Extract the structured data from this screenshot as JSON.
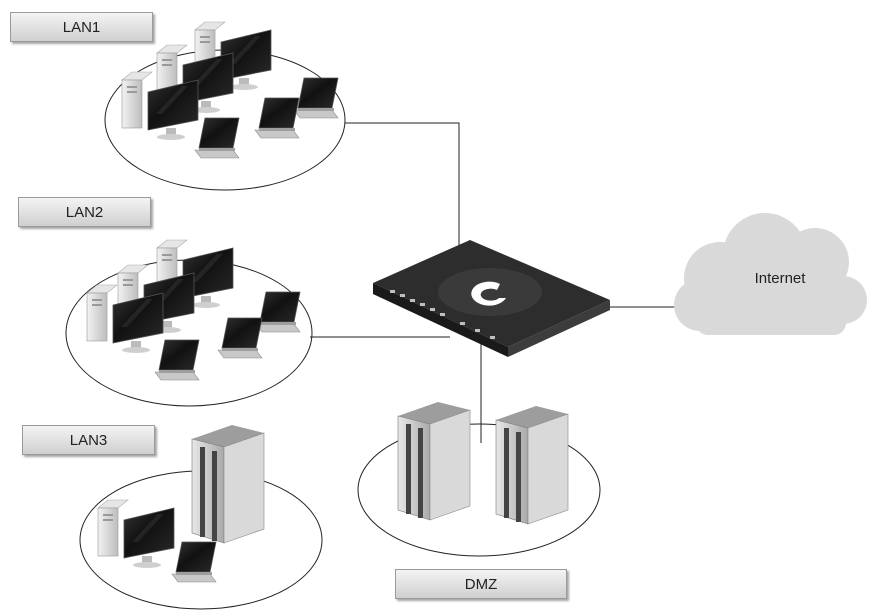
{
  "labels": {
    "lan1": "LAN1",
    "lan2": "LAN2",
    "lan3": "LAN3",
    "dmz": "DMZ",
    "internet": "Internet"
  },
  "colors": {
    "line": "#222222",
    "cloud": "#d9d9d9",
    "firewall": "#2b2b2b",
    "server": "#c9c9c9",
    "monitor_screen": "#1c1c1c"
  },
  "icons": {
    "cloud": "cloud-icon",
    "firewall": "firewall-appliance-icon",
    "server": "rack-server-icon",
    "desktop": "desktop-computer-icon",
    "laptop": "laptop-icon"
  }
}
